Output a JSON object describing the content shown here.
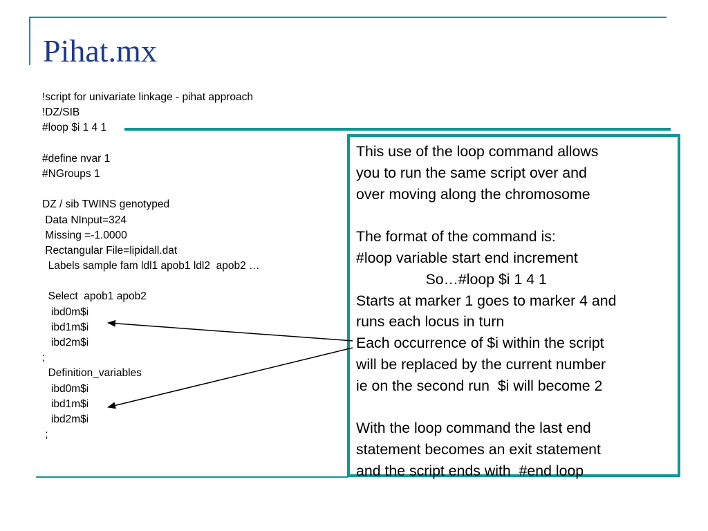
{
  "slide": {
    "title": "Pihat.mx"
  },
  "script": {
    "lines": [
      "!script for univariate linkage - pihat approach",
      "!DZ/SIB",
      "#loop $i 1 4 1",
      "",
      "#define nvar 1",
      "#NGroups 1",
      "",
      "DZ / sib TWINS genotyped",
      " Data NInput=324",
      " Missing =-1.0000",
      " Rectangular File=lipidall.dat",
      "  Labels sample fam ldl1 apob1 ldl2  apob2 …",
      "",
      "  Select  apob1 apob2",
      "   ibd0m$i",
      "   ibd1m$i",
      "   ibd2m$i",
      ";",
      "  Definition_variables",
      "   ibd0m$i",
      "   ibd1m$i",
      "   ibd2m$i",
      " ;"
    ]
  },
  "note": {
    "lines": [
      "This use of the loop command allows",
      "you to run the same script over and",
      "over moving along the chromosome",
      "",
      "The format of the command is:",
      "#loop variable start end increment",
      "                 So…#loop $i 1 4 1",
      "Starts at marker 1 goes to marker 4 and",
      "runs each locus in turn",
      "Each occurrence of $i within the script",
      "will be replaced by the current number",
      "ie on the second run  $i will become 2",
      "",
      "With the loop command the last end",
      "statement becomes an exit statement",
      "and the script ends with  #end loop"
    ]
  },
  "colors": {
    "accent": "#109694",
    "title": "#1f3b8e",
    "text": "#000000"
  }
}
